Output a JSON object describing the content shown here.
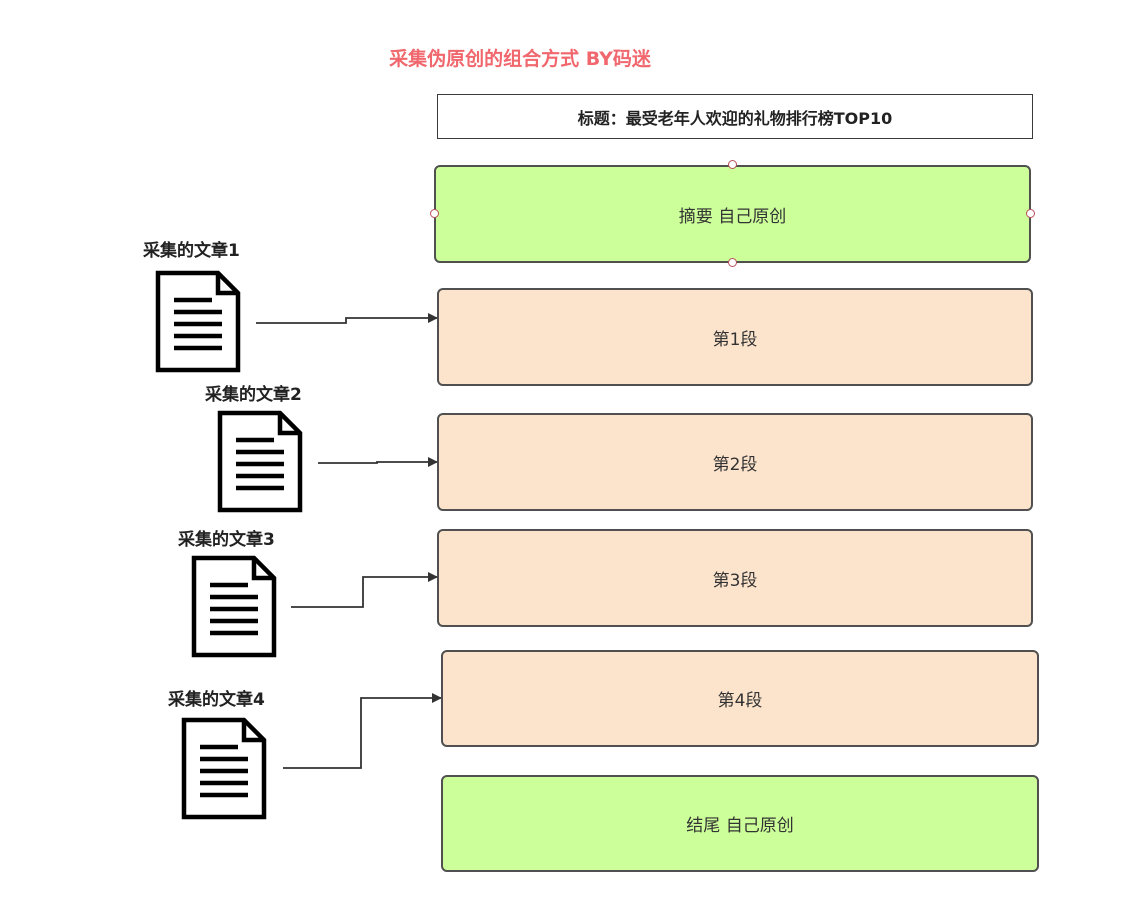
{
  "diagram": {
    "title": "采集伪原创的组合方式 BY码迷",
    "title_color": "#f0686e",
    "heading_box": "标题：最受老年人欢迎的礼物排行榜TOP10",
    "blocks": {
      "summary": "摘要 自己原创",
      "para1": "第1段",
      "para2": "第2段",
      "para3": "第3段",
      "para4": "第4段",
      "ending": "结尾 自己原创"
    },
    "sources": [
      {
        "label": "采集的文章1",
        "icon": "document-icon"
      },
      {
        "label": "采集的文章2",
        "icon": "document-icon"
      },
      {
        "label": "采集的文章3",
        "icon": "document-icon"
      },
      {
        "label": "采集的文章4",
        "icon": "document-icon"
      }
    ],
    "colors": {
      "original_block": "#ccff99",
      "collected_block": "#fce4cc",
      "border": "#505050",
      "connector": "#333333",
      "handle": "#b8505a"
    }
  }
}
